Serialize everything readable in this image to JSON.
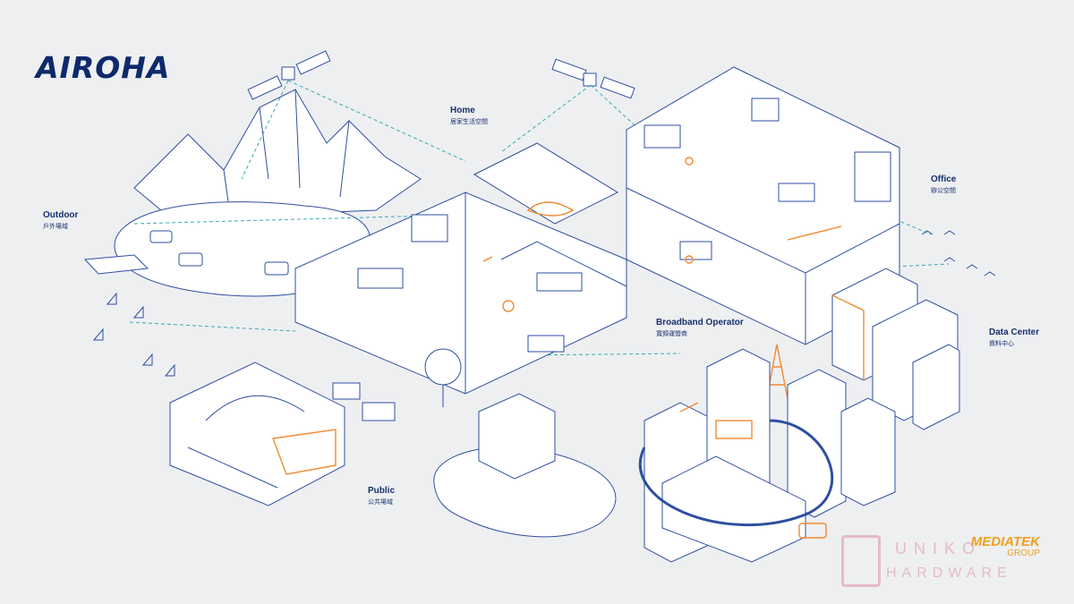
{
  "brand": {
    "name": "AIROHA"
  },
  "zones": {
    "home": {
      "en": "Home",
      "zh": "居家生活空間"
    },
    "outdoor": {
      "en": "Outdoor",
      "zh": "戶外場域"
    },
    "office": {
      "en": "Office",
      "zh": "辦公空間"
    },
    "broadband": {
      "en": "Broadband Operator",
      "zh": "寬頻運營商"
    },
    "datacenter": {
      "en": "Data Center",
      "zh": "資料中心"
    },
    "public": {
      "en": "Public",
      "zh": "公共場域"
    }
  },
  "footer": {
    "group_name": "MEDIATEK",
    "group_sub": "GROUP"
  },
  "watermark": {
    "top": "UNIKO",
    "bottom": "HARDWARE"
  },
  "colors": {
    "line": "#2e4fa0",
    "accent": "#f08a30",
    "link": "#3aaab0",
    "ink": "#17306e",
    "background": "#eeeff1"
  }
}
